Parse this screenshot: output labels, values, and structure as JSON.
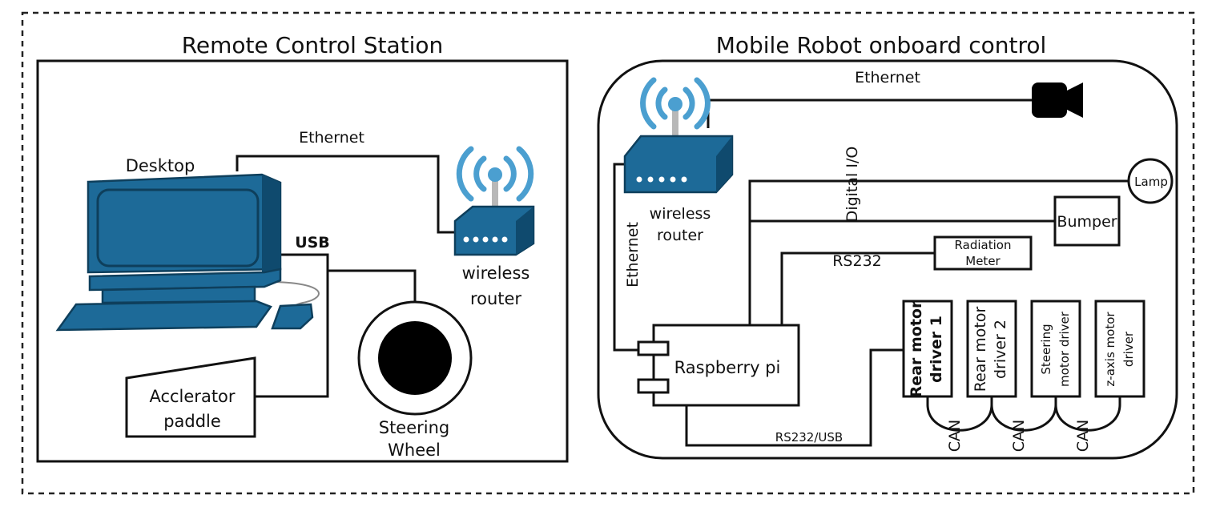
{
  "remote_station": {
    "title": "Remote Control Station",
    "desktop_label": "Desktop",
    "ethernet_label": "Ethernet",
    "usb_label": "USB",
    "router_label_line1": "wireless",
    "router_label_line2": "router",
    "accelerator_line1": "Acclerator",
    "accelerator_line2": "paddle",
    "steering_line1": "Steering",
    "steering_line2": "Wheel"
  },
  "robot": {
    "title": "Mobile Robot onboard control",
    "ethernet_top_label": "Ethernet",
    "ethernet_side_label": "Ethernet",
    "router_label_line1": "wireless",
    "router_label_line2": "router",
    "digital_io_label": "Digital I/O",
    "lamp_label": "Lamp",
    "bumper_label": "Bumper",
    "radiation_line1": "Radiation",
    "radiation_line2": "Meter",
    "rs232_label": "RS232",
    "raspberry_label": "Raspberry pi",
    "rs232_usb_label": "RS232/USB",
    "drivers": [
      {
        "line1": "Rear motor",
        "line2": "driver 1"
      },
      {
        "line1": "Rear motor",
        "line2": "driver 2"
      },
      {
        "line1": "Steering",
        "line2": "motor driver"
      },
      {
        "line1": "z-axis motor",
        "line2": "driver"
      }
    ],
    "can_labels": [
      "CAN",
      "CAN",
      "CAN"
    ]
  },
  "colors": {
    "device_blue": "#1d6a98",
    "device_dark": "#0e3f5c",
    "signal_wave": "#4b9fd0"
  }
}
